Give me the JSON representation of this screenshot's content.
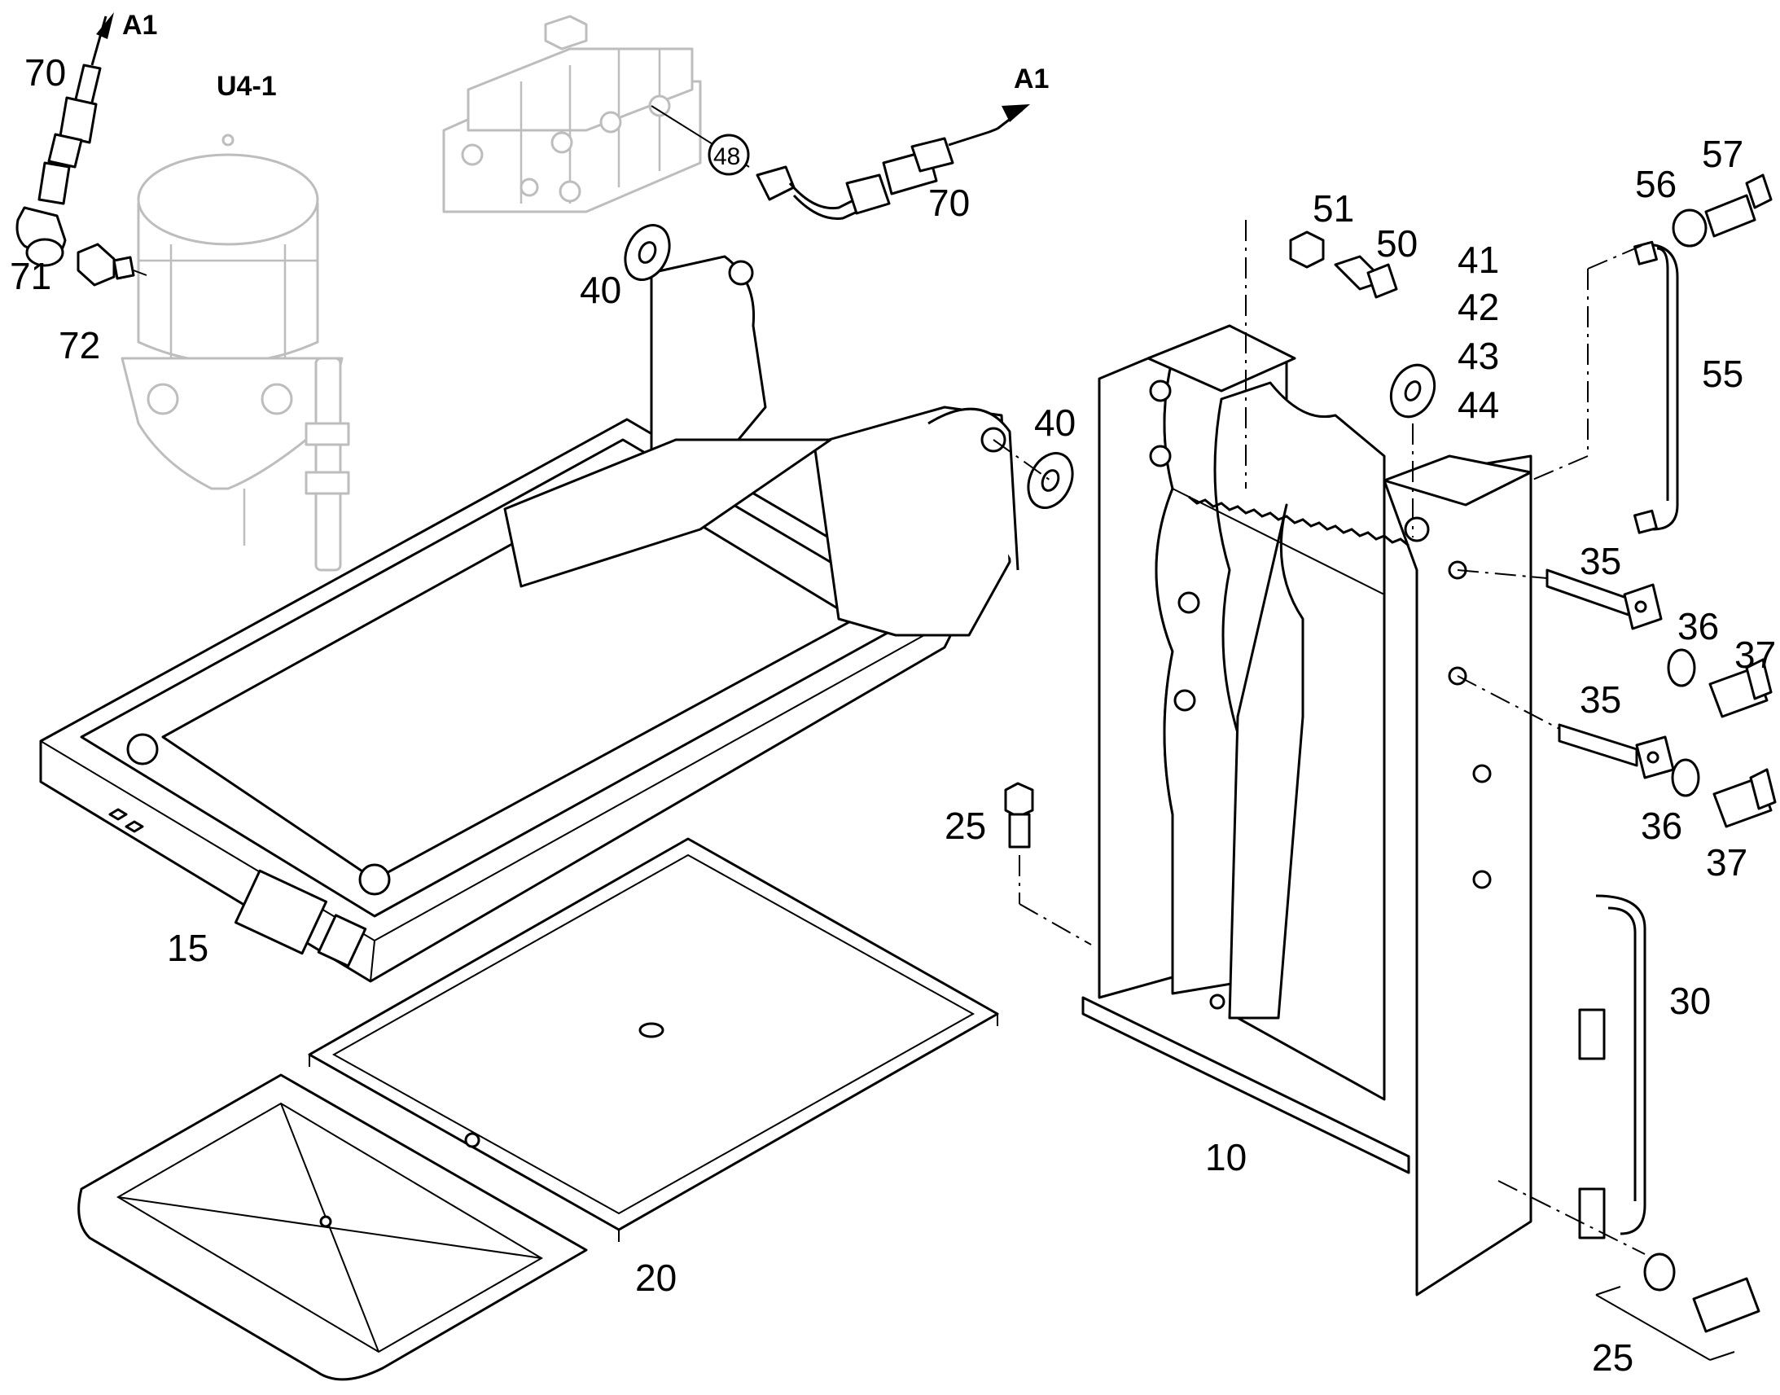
{
  "diagram": {
    "assembly_label": "U4-1",
    "arrow_ref": "A1",
    "callouts": {
      "c10": "10",
      "c15": "15",
      "c20": "20",
      "c25a": "25",
      "c25b": "25",
      "c30": "30",
      "c35a": "35",
      "c35b": "35",
      "c36a": "36",
      "c36b": "36",
      "c37a": "37",
      "c37b": "37",
      "c40a": "40",
      "c40b": "40",
      "c41": "41",
      "c42": "42",
      "c43": "43",
      "c44": "44",
      "c48": "48",
      "c50": "50",
      "c51": "51",
      "c55": "55",
      "c56": "56",
      "c57": "57",
      "c70a": "70",
      "c70b": "70",
      "c71": "71",
      "c72": "72"
    }
  }
}
